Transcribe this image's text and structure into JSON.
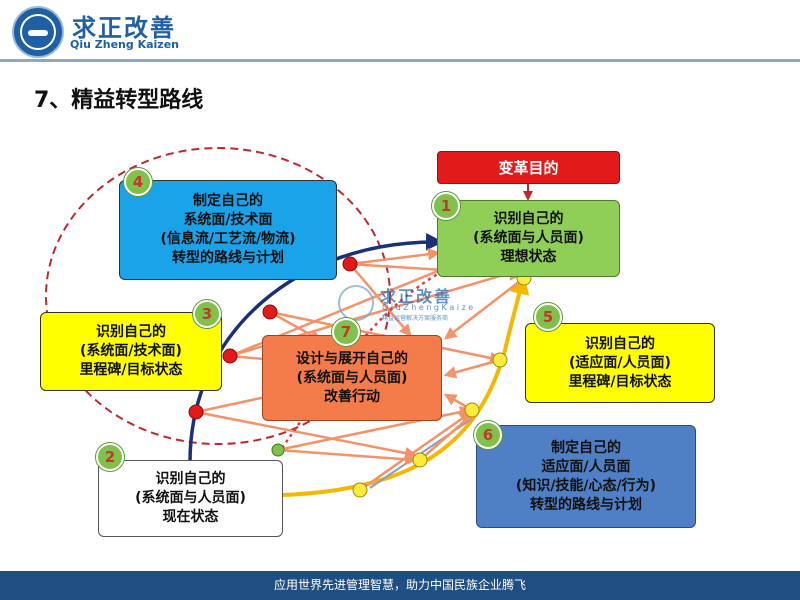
{
  "header": {
    "brand_cn": "求正改善",
    "brand_en": "Qiu Zheng Kaizen"
  },
  "title": "7、精益转型路线",
  "goal_label": "变革目的",
  "boxes": [
    {
      "num": "1",
      "lines": [
        "识别自己的",
        "(系统面与人员面)",
        "理想状态"
      ]
    },
    {
      "num": "2",
      "lines": [
        "识别自己的",
        "(系统面与人员面)",
        "现在状态"
      ]
    },
    {
      "num": "3",
      "lines": [
        "识别自己的",
        "(系统面/技术面)",
        "里程碑/目标状态"
      ]
    },
    {
      "num": "4",
      "lines": [
        "制定自己的",
        "系统面/技术面",
        "(信息流/工艺流/物流)",
        "转型的路线与计划"
      ]
    },
    {
      "num": "5",
      "lines": [
        "识别自己的",
        "(适应面/人员面)",
        "里程碑/目标状态"
      ]
    },
    {
      "num": "6",
      "lines": [
        "制定自己的",
        "适应面/人员面",
        "(知识/技能/心态/行为)",
        "转型的路线与计划"
      ]
    },
    {
      "num": "7",
      "lines": [
        "设计与展开自己的",
        "(系统面与人员面)",
        "改善行动"
      ]
    }
  ],
  "watermark": {
    "cn": "求正改善",
    "en": "Q i u  Z h e n g  K a i z e n",
    "sub": "精益运营解决方案服务商"
  },
  "footer": "应用世界先进管理智慧，助力中国民族企业腾飞",
  "colors": {
    "brand_blue": "#1f5fa3",
    "goal_red": "#e31a1a",
    "green_box": "#8fce57",
    "blue_box": "#1aa3e8",
    "yellow_box": "#ffff00",
    "orange_box": "#f47c4a",
    "steel_box": "#4f7fc4",
    "arrow_orange": "#f4926a",
    "navy_path": "#1b2f7a",
    "gold_path": "#f5b800",
    "dashed_circle": "#c0282e"
  }
}
